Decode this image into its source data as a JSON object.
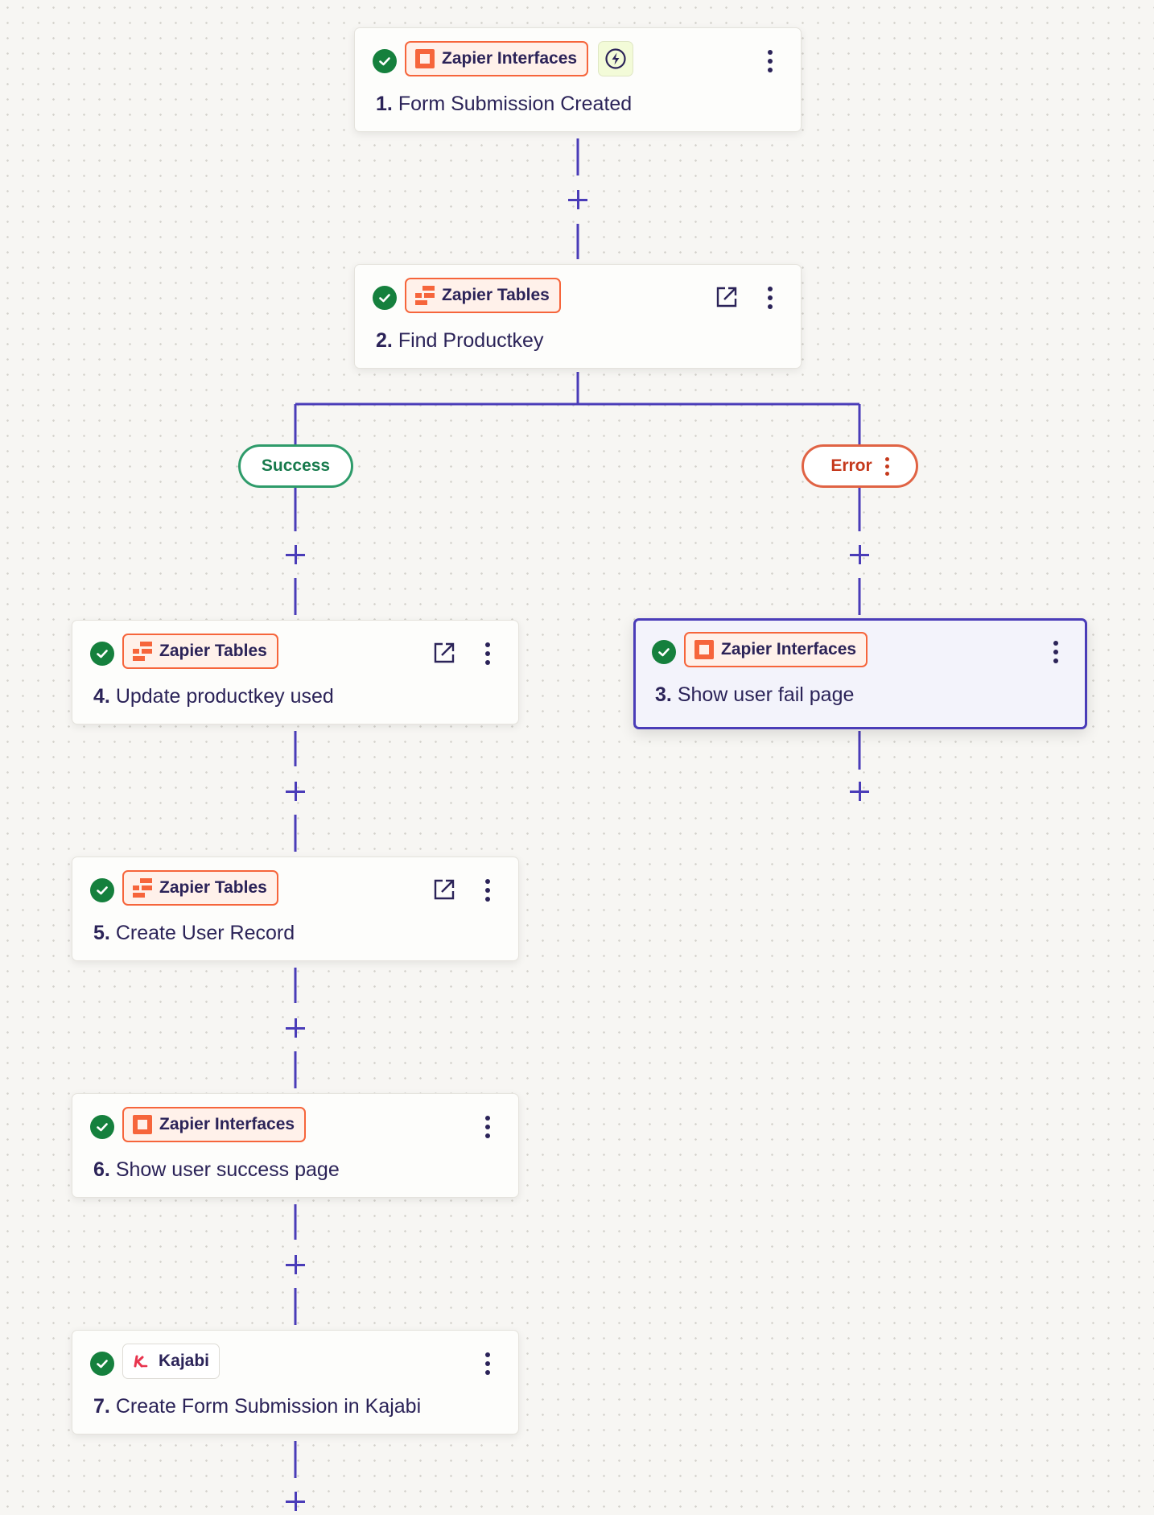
{
  "colors": {
    "connector": "#4a3cb8",
    "success": "#2e9b6a",
    "error": "#e06344",
    "zapier_orange": "#f6653b",
    "check_green": "#15803d",
    "text": "#2b2358"
  },
  "steps": {
    "s1": {
      "app": "Zapier Interfaces",
      "app_icon": "interfaces-icon",
      "number": "1.",
      "title": "Form Submission Created",
      "trigger_icon": "lightning-bolt-icon"
    },
    "s2": {
      "app": "Zapier Tables",
      "app_icon": "tables-icon",
      "number": "2.",
      "title": "Find Productkey"
    },
    "s3": {
      "app": "Zapier Interfaces",
      "app_icon": "interfaces-icon",
      "number": "3.",
      "title": "Show user fail page"
    },
    "s4": {
      "app": "Zapier Tables",
      "app_icon": "tables-icon",
      "number": "4.",
      "title": "Update productkey used"
    },
    "s5": {
      "app": "Zapier Tables",
      "app_icon": "tables-icon",
      "number": "5.",
      "title": "Create User Record"
    },
    "s6": {
      "app": "Zapier Interfaces",
      "app_icon": "interfaces-icon",
      "number": "6.",
      "title": "Show user success page"
    },
    "s7": {
      "app": "Kajabi",
      "app_icon": "kajabi-icon",
      "number": "7.",
      "title": "Create Form Submission in Kajabi"
    }
  },
  "branches": {
    "success": {
      "label": "Success"
    },
    "error": {
      "label": "Error"
    }
  }
}
